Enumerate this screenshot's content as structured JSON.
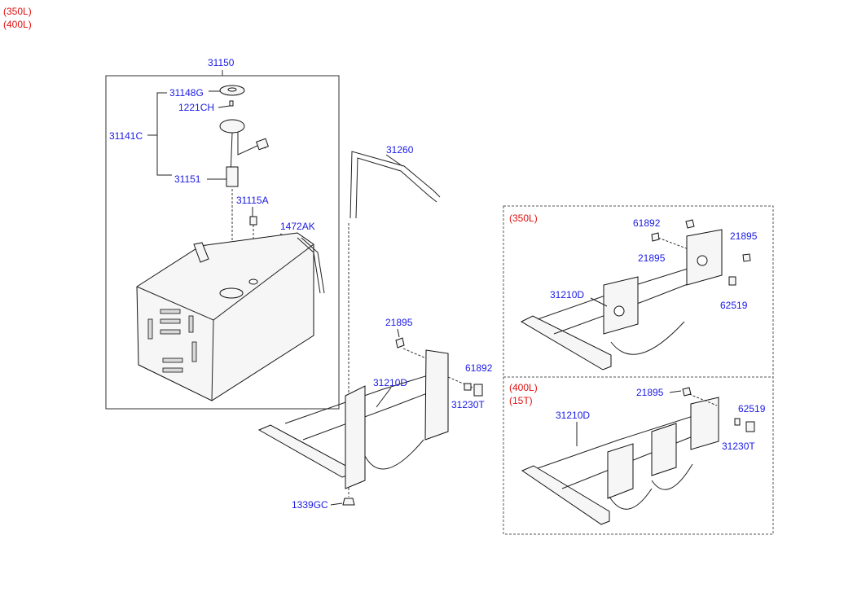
{
  "variants": [
    "(350L)",
    "(400L)"
  ],
  "labels": {
    "p31150": "31150",
    "p31148G": "31148G",
    "p1221CH": "1221CH",
    "p31141C": "31141C",
    "p31151": "31151",
    "p31115A": "31115A",
    "p1472AK": "1472AK",
    "p31260": "31260",
    "p21895_main": "21895",
    "p61892_main": "61892",
    "p31210D_main": "31210D",
    "p31230T_main": "31230T",
    "p1339GC": "1339GC",
    "box350_title": "(350L)",
    "p61892_350": "61892",
    "p21895_350a": "21895",
    "p21895_350b": "21895",
    "p31210D_350": "31210D",
    "p62519_350": "62519",
    "box400_title1": "(400L)",
    "box400_title2": "(15T)",
    "p21895_400": "21895",
    "p62519_400": "62519",
    "p31210D_400": "31210D",
    "p31230T_400": "31230T"
  }
}
